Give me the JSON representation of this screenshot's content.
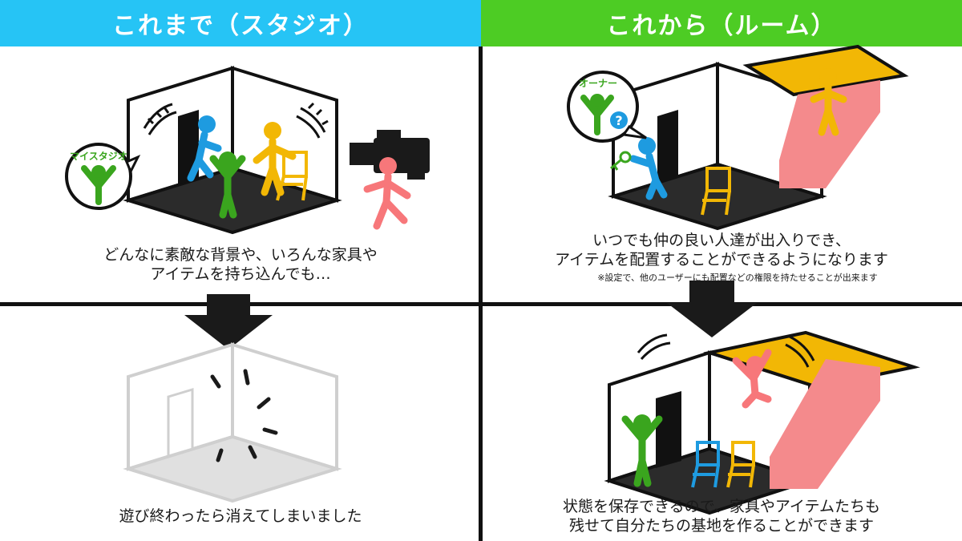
{
  "header": {
    "left_title": "これまで（スタジオ）",
    "right_title": "これから（ルーム）"
  },
  "panels": {
    "top_left": {
      "bubble_label": "マイスタジオ",
      "caption_line1": "どんなに素敵な背景や、いろんな家具や",
      "caption_line2": "アイテムを持ち込んでも…"
    },
    "top_right": {
      "bubble_label": "オーナー",
      "bubble_mark": "?",
      "caption_line1": "いつでも仲の良い人達が出入りでき、",
      "caption_line2": "アイテムを配置することができるようになります",
      "note": "※設定で、他のユーザーにも配置などの権限を持たせることが出来ます"
    },
    "bottom_left": {
      "caption": "遊び終わったら消えてしまいました"
    },
    "bottom_right": {
      "caption_line1": "状態を保存できるので、家具やアイテムたちも",
      "caption_line2": "残せて自分たちの基地を作ることができます"
    }
  },
  "colors": {
    "header_left": "#26c4f5",
    "header_right": "#4dcc24",
    "figure_green": "#3aa51e",
    "figure_blue": "#1e9be0",
    "figure_yellow": "#f2b705",
    "figure_pink": "#f7777a",
    "stairs_pink": "#f48a8c",
    "attic_yellow": "#f2b705",
    "floor": "#2b2b2b"
  },
  "icons": [
    "camera-icon",
    "sparkle-icon",
    "arrow-down-icon",
    "chair-icon",
    "door-icon",
    "key-icon"
  ]
}
